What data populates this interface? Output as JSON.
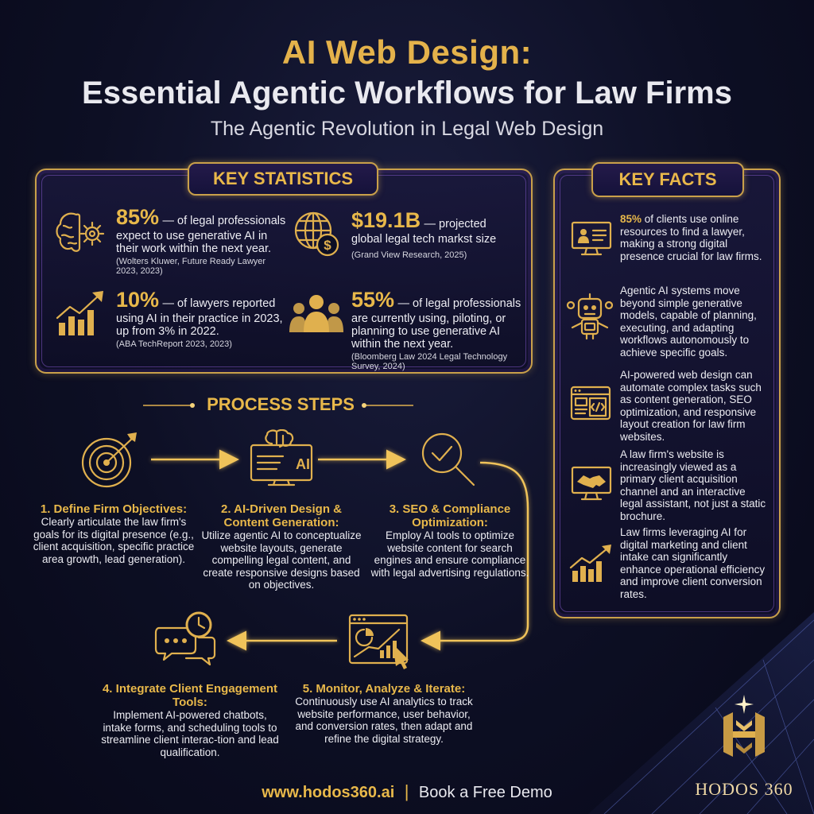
{
  "header": {
    "title_line1": "AI Web Design:",
    "title_line2": "Essential Agentic Workflows for Law Firms",
    "subtitle": "The Agentic Revolution in Legal Web Design"
  },
  "key_statistics": {
    "heading": "KEY STATISTICS",
    "items": [
      {
        "icon": "brain-gear-icon",
        "value": "85%",
        "text_line1": "— of legal professionals",
        "text_rest": "expect to use generative AI in their work within the next year.",
        "source": "(Wolters Kluwer, Future Ready Lawyer 2023, 2023)"
      },
      {
        "icon": "globe-dollar-icon",
        "value": "$19.1B",
        "text_line1": "— projected",
        "text_rest": "global legal tech markst size",
        "source": "(Grand View Research, 2025)"
      },
      {
        "icon": "growth-chart-icon",
        "value": "10%",
        "text_line1": "— of lawyers reported",
        "text_rest": "using AI in their practice in 2023, up from 3% in 2022.",
        "source": "(ABA TechReport 2023, 2023)"
      },
      {
        "icon": "people-group-icon",
        "value": "55%",
        "text_line1": "— of legal professionals",
        "text_rest": "are currently using, piloting, or planning to use generative AI within the next year.",
        "source": "(Bloomberg Law 2024 Legal Technology Survey, 2024)"
      }
    ]
  },
  "key_facts": {
    "heading": "KEY FACTS",
    "items": [
      {
        "icon": "monitor-person-icon",
        "highlight": "85%",
        "text": "of clients use online resources to find a lawyer, making a strong digital presence crucial for law firms."
      },
      {
        "icon": "robot-icon",
        "highlight": "",
        "text": "Agentic AI systems move beyond simple generative models, capable of planning, executing, and adapting workflows autonomously to achieve specific goals."
      },
      {
        "icon": "code-window-icon",
        "highlight": "",
        "text": "AI-powered web design can automate complex tasks such as content generation, SEO optimization, and responsive layout creation for law firm websites."
      },
      {
        "icon": "handshake-monitor-icon",
        "highlight": "",
        "text": "A law firm's website is increasingly viewed as a primary client acquisition channel and an interactive legal assistant, not just a static brochure."
      },
      {
        "icon": "growth-chart-icon",
        "highlight": "",
        "text": "Law firms leveraging AI for digital marketing and client intake can significantly enhance operational efficiency and improve client conversion rates."
      }
    ]
  },
  "process": {
    "heading": "PROCESS STEPS",
    "steps": [
      {
        "icon": "target-icon",
        "title": "1. Define Firm Objectives:",
        "desc": "Clearly articulate the law firm's goals for its digital presence (e.g., client acquisition, specific practice area growth, lead generation)."
      },
      {
        "icon": "ai-monitor-icon",
        "title": "2. AI-Driven Design & Content Generation:",
        "desc": "Utilize agentic AI to conceptualize website layouts, generate compelling legal content, and create responsive designs based on objectives."
      },
      {
        "icon": "magnifier-check-icon",
        "title": "3. SEO & Compliance Optimization:",
        "desc": "Employ AI tools to optimize website content for search engines and ensure compliance with legal advertising regulations."
      },
      {
        "icon": "chat-clock-icon",
        "title": "4. Integrate Client Engagement Tools:",
        "desc": "Implement AI-powered chatbots, intake forms, and scheduling tools to streamline client interac-tion and lead qualification."
      },
      {
        "icon": "analytics-window-icon",
        "title": "5. Monitor, Analyze & Iterate:",
        "desc": "Continuously use AI analytics to track website performance, user behavior, and conversion rates, then adapt and refine the digital strategy."
      }
    ]
  },
  "footer": {
    "url": "www.hodos360.ai",
    "separator": "|",
    "cta": "Book a Free Demo",
    "brand": "HODOS 360",
    "logo_letter": "H"
  },
  "colors": {
    "gold": "#e8b84a",
    "background": "#0d0f24",
    "accent_purple": "#7a4fd0"
  }
}
